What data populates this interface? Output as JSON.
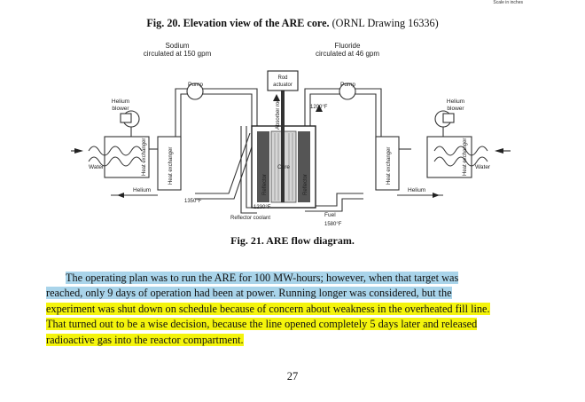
{
  "corner_note": "Scale in inches",
  "fig20_caption": {
    "bold": "Fig. 20. Elevation view of the ARE core.",
    "rest": " (ORNL Drawing 16336)"
  },
  "diagram": {
    "sodium_line1": "Sodium",
    "sodium_line2": "circulated at 150 gpm",
    "fluoride_line1": "Fluoride",
    "fluoride_line2": "circulated at 46 gpm",
    "pump_left": "Pump",
    "pump_right": "Pump",
    "rod_actuator_line1": "Rod",
    "rod_actuator_line2": "actuator",
    "absorber_rod": "Absorber rod",
    "helium_blower_left_1": "Helium",
    "helium_blower_left_2": "blower",
    "helium_blower_right_1": "Helium",
    "helium_blower_right_2": "blower",
    "water_left": "Water",
    "water_right": "Water",
    "heat_exchanger": "Heat exchanger",
    "helium_left": "Helium",
    "helium_right": "Helium",
    "temp_1350": "1350°F",
    "temp_1200": "1200°F",
    "temp_1230": "1230°F",
    "temp_1580": "1580°F",
    "reflector": "Reflector",
    "core": "Core",
    "reflector_coolant": "Reflector coolant",
    "fuel": "Fuel"
  },
  "fig21_caption": "Fig. 21. ARE flow diagram.",
  "paragraph": {
    "line1": "The operating plan was to run the ARE for 100 MW-hours; however, when that target was",
    "line2": "reached, only 9 days of operation had been at power. Running longer was considered, but the",
    "line3": "experiment was shut down on schedule because of concern about weakness in the overheated fill line.",
    "line4": "That turned out to be a wise decision, because the line opened completely 5 days later and released",
    "line5": "radioactive gas into the reactor compartment."
  },
  "page_number": "27",
  "colors": {
    "highlight_blue": "#a9d4ea",
    "highlight_yellow": "#f4f40c"
  }
}
